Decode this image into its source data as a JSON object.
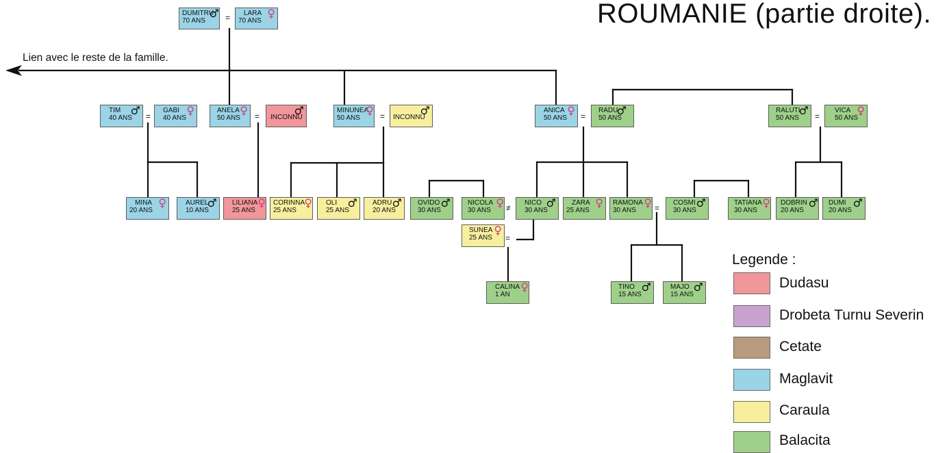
{
  "title": "ROUMANIE (partie droite).",
  "link_text": "Lien avec le reste de la famille.",
  "colors": {
    "Dudasu": "#f1969a",
    "Drobeta": "#c9a3cf",
    "Cetate": "#b89a7c",
    "Maglavit": "#9ad4e6",
    "Caraula": "#f7ef9e",
    "Balacita": "#9fd08a",
    "female_symbol": "#d63a7f"
  },
  "people": {
    "dumitru": {
      "name": "DUMITRU",
      "age": "70 ANS",
      "sex": "♂"
    },
    "lara": {
      "name": "LARA",
      "age": "70 ANS",
      "sex": "♀"
    },
    "tim": {
      "name": "TIM",
      "age": "40 ANS",
      "sex": "♂"
    },
    "gabi": {
      "name": "GABI",
      "age": "40 ANS",
      "sex": "♀"
    },
    "anela": {
      "name": "ANELA",
      "age": "50 ANS",
      "sex": "♀"
    },
    "inconnu1": {
      "name": "INCONNU",
      "age": "",
      "sex": "♂"
    },
    "minunea": {
      "name": "MINUNEA",
      "age": "50 ANS",
      "sex": "♀"
    },
    "inconnu2": {
      "name": "INCONNU",
      "age": "",
      "sex": "♂"
    },
    "anica": {
      "name": "ANICA",
      "age": "50 ANS",
      "sex": "♀"
    },
    "radu": {
      "name": "RADU",
      "age": "50 ANS",
      "sex": "♂"
    },
    "raluti": {
      "name": "RALUTI",
      "age": "50 ANS",
      "sex": "♂"
    },
    "vica": {
      "name": "VICA",
      "age": "50 ANS",
      "sex": "♀"
    },
    "mina": {
      "name": "MINA",
      "age": "20 ANS",
      "sex": "♀"
    },
    "aurel": {
      "name": "AUREL",
      "age": "10 ANS",
      "sex": "♂"
    },
    "liliana": {
      "name": "LILIANA",
      "age": "25 ANS",
      "sex": "♀"
    },
    "corinna": {
      "name": "CORINNA",
      "age": "25 ANS",
      "sex": "♀"
    },
    "oli": {
      "name": "OLI",
      "age": "25 ANS",
      "sex": "♂"
    },
    "adru": {
      "name": "ADRU",
      "age": "20 ANS",
      "sex": "♂"
    },
    "ovido": {
      "name": "OVIDO",
      "age": "30 ANS",
      "sex": "♂"
    },
    "nicola": {
      "name": "NICOLA",
      "age": "30 ANS",
      "sex": "♀"
    },
    "nico": {
      "name": "NICO",
      "age": "30 ANS",
      "sex": "♂"
    },
    "zara": {
      "name": "ZARA",
      "age": "25 ANS",
      "sex": "♀"
    },
    "ramona": {
      "name": "RAMONA",
      "age": "30 ANS",
      "sex": "♀"
    },
    "cosmi": {
      "name": "COSMI",
      "age": "30 ANS",
      "sex": "♂"
    },
    "tatiana": {
      "name": "TATIANA",
      "age": "30 ANS",
      "sex": "♀"
    },
    "dobrin": {
      "name": "DOBRIN",
      "age": "20 ANS",
      "sex": "♂"
    },
    "dumi": {
      "name": "DUMI",
      "age": "20 ANS",
      "sex": "♂"
    },
    "sunea": {
      "name": "SUNEA",
      "age": "25 ANS",
      "sex": "♀"
    },
    "calina": {
      "name": "CALINA",
      "age": "1 AN",
      "sex": "♀"
    },
    "tino": {
      "name": "TINO",
      "age": "15 ANS",
      "sex": "♂"
    },
    "majo": {
      "name": "MAJO",
      "age": "15 ANS",
      "sex": "♂"
    }
  },
  "relations": {
    "married": "=",
    "not_married": "≠"
  },
  "legend": {
    "title": "Legende :",
    "items": [
      {
        "label": "Dudasu",
        "color": "#f1969a"
      },
      {
        "label": "Drobeta Turnu Severin",
        "color": "#c9a3cf"
      },
      {
        "label": "Cetate",
        "color": "#b89a7c"
      },
      {
        "label": "Maglavit",
        "color": "#9ad4e6"
      },
      {
        "label": "Caraula",
        "color": "#f7ef9e"
      },
      {
        "label": "Balacita",
        "color": "#9fd08a"
      }
    ]
  }
}
